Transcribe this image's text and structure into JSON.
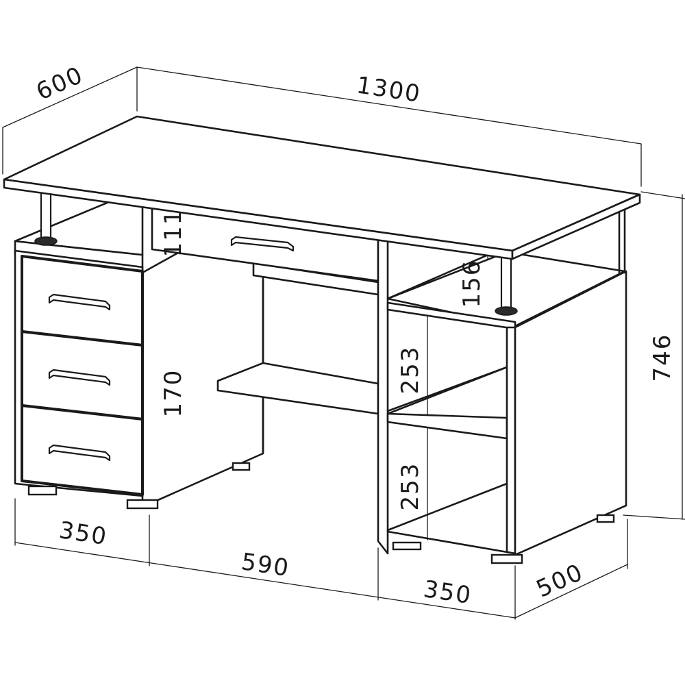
{
  "dimensions": {
    "overall_width": "1300",
    "overall_depth": "600",
    "overall_height": "746",
    "left_pedestal_width": "350",
    "kneespace_width": "590",
    "right_pedestal_width": "350",
    "pedestal_depth": "500",
    "top_drawer_height": "111",
    "drawer_height": "170",
    "shelf_gap_top": "156",
    "shelf_gap_middle": "253",
    "shelf_gap_bottom": "253"
  }
}
